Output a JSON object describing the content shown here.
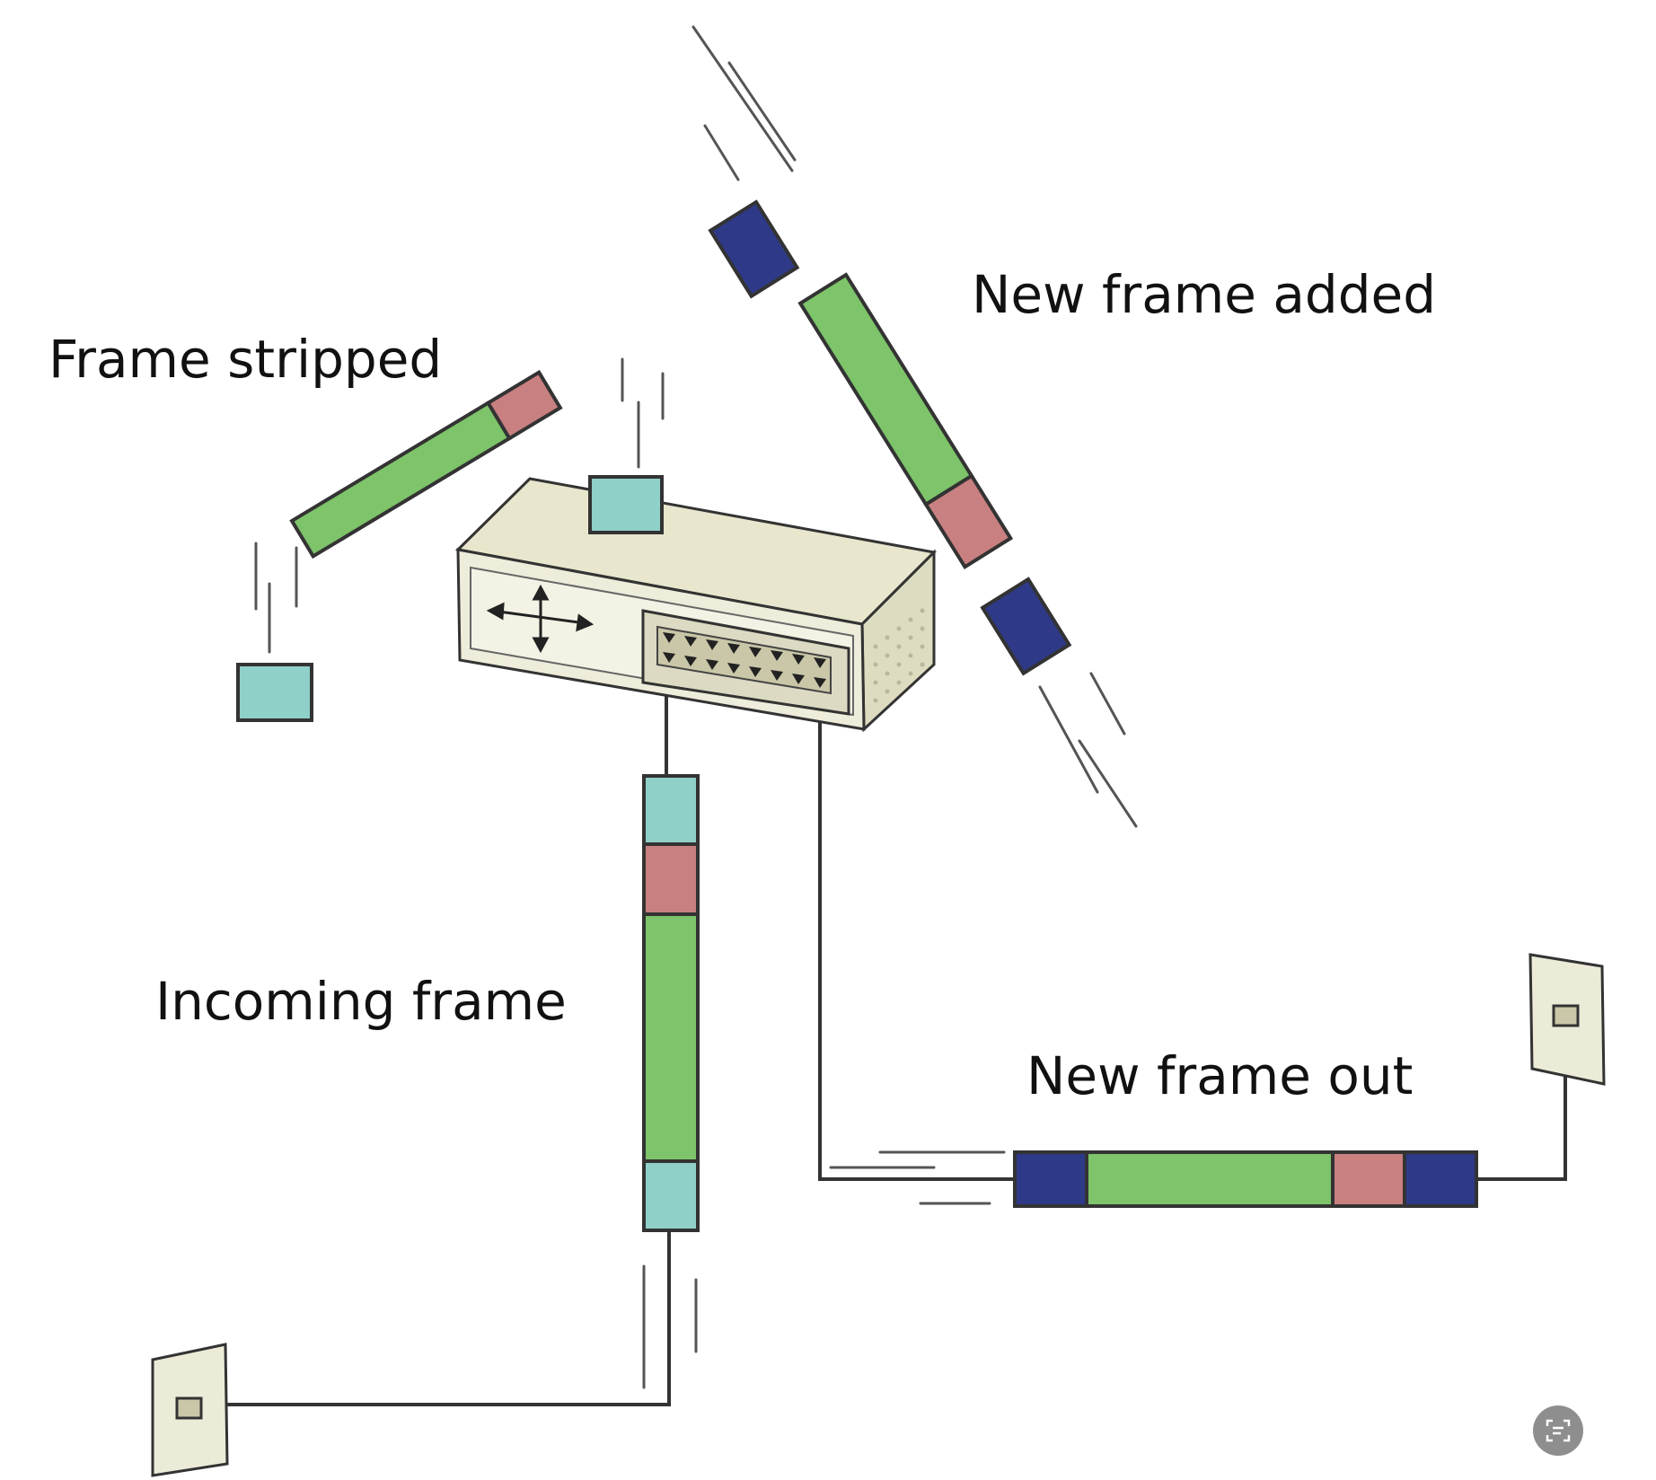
{
  "labels": {
    "frame_stripped": "Frame stripped",
    "new_frame_added": "New frame added",
    "incoming_frame": "Incoming frame",
    "new_frame_out": "New frame out"
  },
  "colors": {
    "teal": "#8fd0c8",
    "rose": "#c98080",
    "green": "#7dc46a",
    "navy": "#2e3a88",
    "switch_body": "#ecebd8",
    "switch_side": "#dedcc0",
    "wall_plate": "#ecebd8"
  },
  "icons": {
    "switch": "network-switch-icon",
    "arrows": "four-way-arrows-icon",
    "wall_jack": "wall-jack-icon",
    "lens": "lens-icon"
  }
}
